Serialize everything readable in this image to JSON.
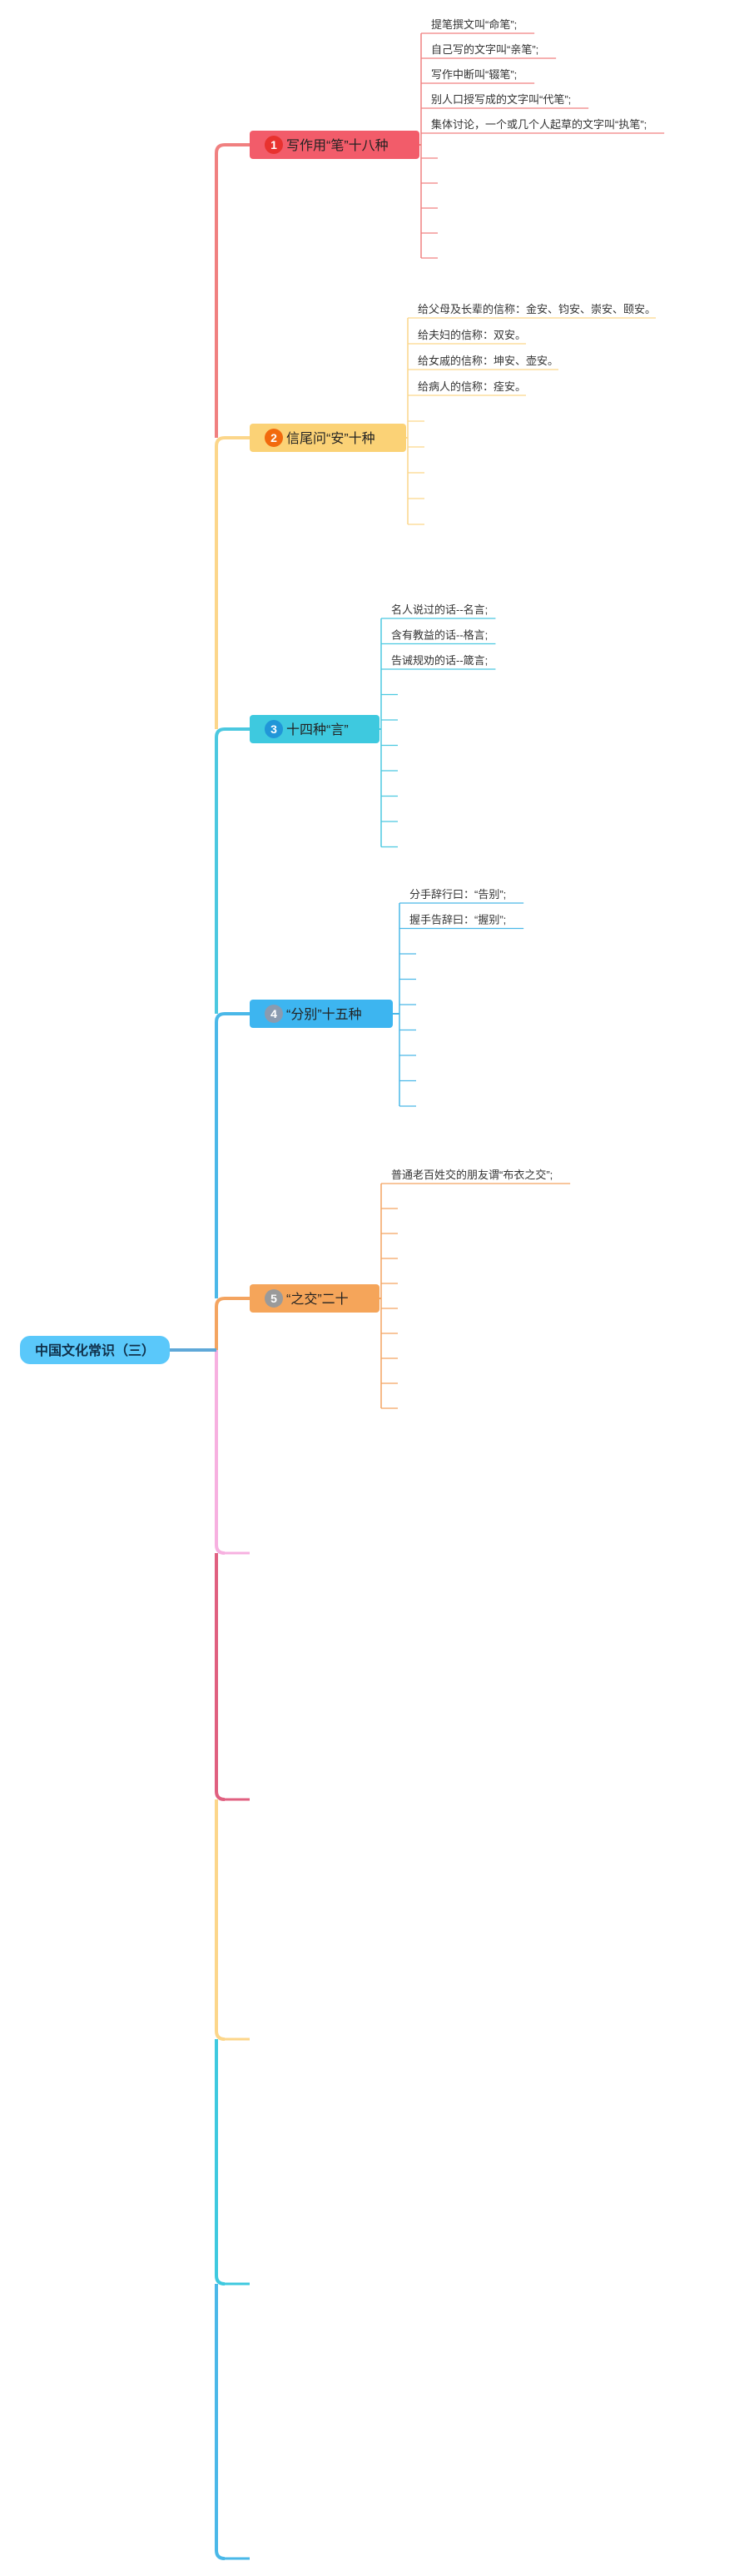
{
  "root": {
    "label": "中国文化常识（三）",
    "color": "#5ac8fa"
  },
  "branches": [
    {
      "number": "1",
      "label": "写作用“笔”十八种",
      "color": "#f08080",
      "fill": "#f25c6a",
      "badge": "#e8322f",
      "leaves": [
        "提笔撰文叫“命笔”;",
        "自己写的文字叫“亲笔”;",
        "写作中断叫“辍笔”;",
        "别人口授写成的文字叫“代笔”;",
        "集体讨论，一个或几个人起草的文字叫“执笔”;",
        "",
        "",
        "",
        "",
        ""
      ]
    },
    {
      "number": "2",
      "label": "信尾问“安”十种",
      "color": "#fcd68a",
      "fill": "#fbd276",
      "badge": "#f26a0d",
      "leaves": [
        "给父母及长辈的信称：金安、钧安、崇安、颐安。",
        "给夫妇的信称：双安。",
        "给女戚的信称：坤安、壶安。",
        "给病人的信称：痊安。",
        "",
        "",
        "",
        "",
        ""
      ]
    },
    {
      "number": "3",
      "label": "十四种“言”",
      "color": "#4bc8e0",
      "fill": "#3ec9df",
      "badge": "#2196d8",
      "leaves": [
        "名人说过的话--名言;",
        "含有教益的话--格言;",
        "告诫规劝的话--箴言;",
        "",
        "",
        "",
        "",
        "",
        "",
        ""
      ]
    },
    {
      "number": "4",
      "label": "“分别”十五种",
      "color": "#4ab8e8",
      "fill": "#3db5f0",
      "badge": "#8a9bb0",
      "leaves": [
        "分手辞行曰：“告别”;",
        "握手告辞曰：“握别”;",
        "",
        "",
        "",
        "",
        "",
        "",
        ""
      ]
    },
    {
      "number": "5",
      "label": "“之交”二十",
      "color": "#f4a460",
      "fill": "#f5a55a",
      "badge": "#9a9a9a",
      "leaves": [
        "普通老百姓交的朋友谓“布衣之交”;",
        "",
        "",
        "",
        "",
        "",
        "",
        "",
        "",
        ""
      ]
    },
    {
      "number": "",
      "label": "",
      "color": "#f7b0e0",
      "fill": "#f7b0e0",
      "badge": "#f7b0e0",
      "leaves": []
    },
    {
      "number": "",
      "label": "",
      "color": "#e06080",
      "fill": "#e06080",
      "badge": "#e06080",
      "leaves": []
    },
    {
      "number": "",
      "label": "",
      "color": "#fcd68a",
      "fill": "#fcd68a",
      "badge": "#fcd68a",
      "leaves": []
    },
    {
      "number": "",
      "label": "",
      "color": "#3ec9df",
      "fill": "#3ec9df",
      "badge": "#3ec9df",
      "leaves": []
    },
    {
      "number": "",
      "label": "",
      "color": "#4ab8e8",
      "fill": "#4ab8e8",
      "badge": "#4ab8e8",
      "leaves": []
    }
  ]
}
